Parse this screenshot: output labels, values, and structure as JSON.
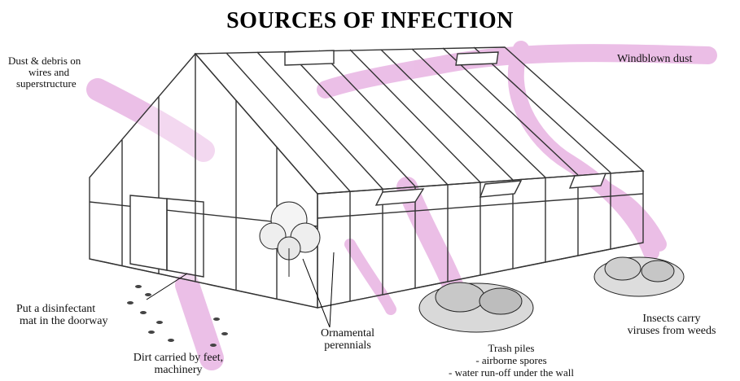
{
  "title": "SOURCES OF INFECTION",
  "colors": {
    "stream": "#e9b8e4",
    "line": "#333333",
    "background": "#ffffff"
  },
  "labels": {
    "dust_debris": [
      "Dust & debris on",
      "wires and",
      "superstructure"
    ],
    "windblown": "Windblown dust",
    "mat": [
      "Put a disinfectant",
      "mat in the doorway"
    ],
    "dirt": [
      "Dirt carried by feet,",
      "machinery"
    ],
    "ornamental": [
      "Ornamental",
      "perennials"
    ],
    "trash": [
      "Trash piles",
      "- airborne spores",
      "- water run-off under the wall"
    ],
    "insects": [
      "Insects carry",
      "viruses from weeds"
    ]
  }
}
